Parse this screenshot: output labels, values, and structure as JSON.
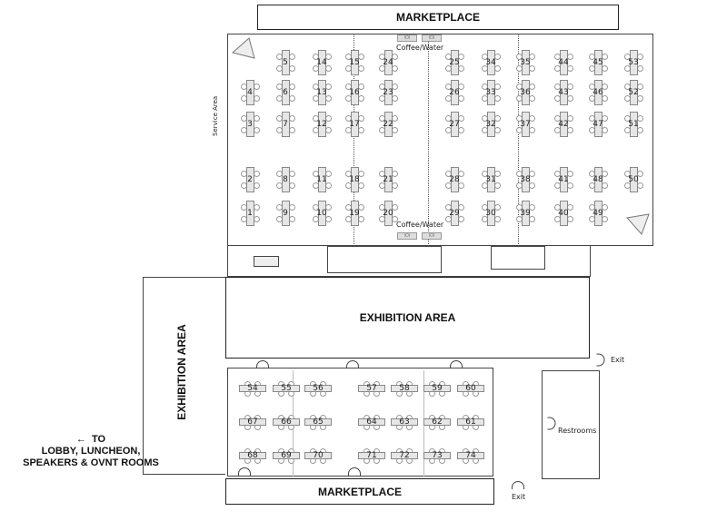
{
  "labels": {
    "marketplace_top": "MARKETPLACE",
    "marketplace_bottom": "MARKETPLACE",
    "exhibition_main": "EXHIBITION AREA",
    "exhibition_side": "EXHIBITION AREA",
    "service_area": "Service Area",
    "coffee_top": "Coffee/Water",
    "coffee_bottom": "Coffee/Water",
    "coffee_icon": "IOI",
    "restrooms": "Restrooms",
    "exit_right": "Exit",
    "exit_bottom": "Exit",
    "directions_arrow": "←",
    "directions_to": "TO",
    "directions": "LOBBY, LUNCHEON, SPEAKERS & OVNT ROOMS"
  },
  "upper_hall_tables": [
    [
      null,
      5,
      14,
      15,
      24,
      25,
      34,
      35,
      44,
      45,
      53
    ],
    [
      4,
      6,
      13,
      16,
      23,
      26,
      33,
      36,
      43,
      46,
      52
    ],
    [
      3,
      7,
      12,
      17,
      22,
      27,
      32,
      37,
      42,
      47,
      51
    ],
    [
      2,
      8,
      11,
      18,
      21,
      28,
      31,
      38,
      41,
      48,
      50
    ],
    [
      1,
      9,
      10,
      19,
      20,
      29,
      30,
      39,
      40,
      49,
      null
    ]
  ],
  "lower_hall_tables": [
    [
      54,
      55,
      56,
      57,
      58,
      59,
      60
    ],
    [
      67,
      66,
      65,
      64,
      63,
      62,
      61
    ],
    [
      68,
      69,
      70,
      71,
      72,
      73,
      74
    ]
  ],
  "colors": {
    "wall": "#222222",
    "table": "#e6e6e6"
  }
}
